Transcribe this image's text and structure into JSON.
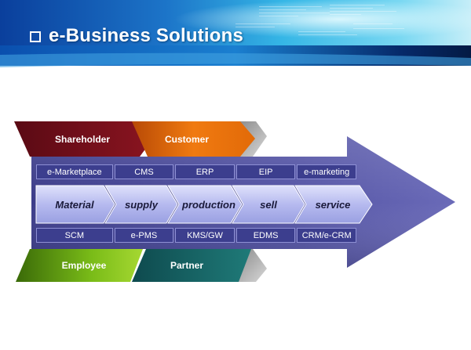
{
  "header": {
    "title": "e-Business Solutions",
    "colors": {
      "cyan": "#4fd4f2",
      "blue": "#0a3f9c",
      "navy": "#062a6a"
    }
  },
  "stakeholders_top": [
    {
      "label": "Shareholder",
      "color": "#6a0f1a"
    },
    {
      "label": "Customer",
      "color": "#e8700a"
    }
  ],
  "stakeholders_bottom": [
    {
      "label": "Employee",
      "color": "#5a9a10"
    },
    {
      "label": "Partner",
      "color": "#1a6c6a"
    }
  ],
  "systems_top": [
    "e-Marketplace",
    "CMS",
    "ERP",
    "EIP",
    "e-marketing"
  ],
  "process_chain": [
    "Material",
    "supply",
    "production",
    "sell",
    "service"
  ],
  "systems_bottom": [
    "SCM",
    "e-PMS",
    "KMS/GW",
    "EDMS",
    "CRM/e-CRM"
  ],
  "colors": {
    "arrow": "#4a4a98",
    "system_cell": "#3c3e8e",
    "chevron": "#b8bcf0"
  }
}
